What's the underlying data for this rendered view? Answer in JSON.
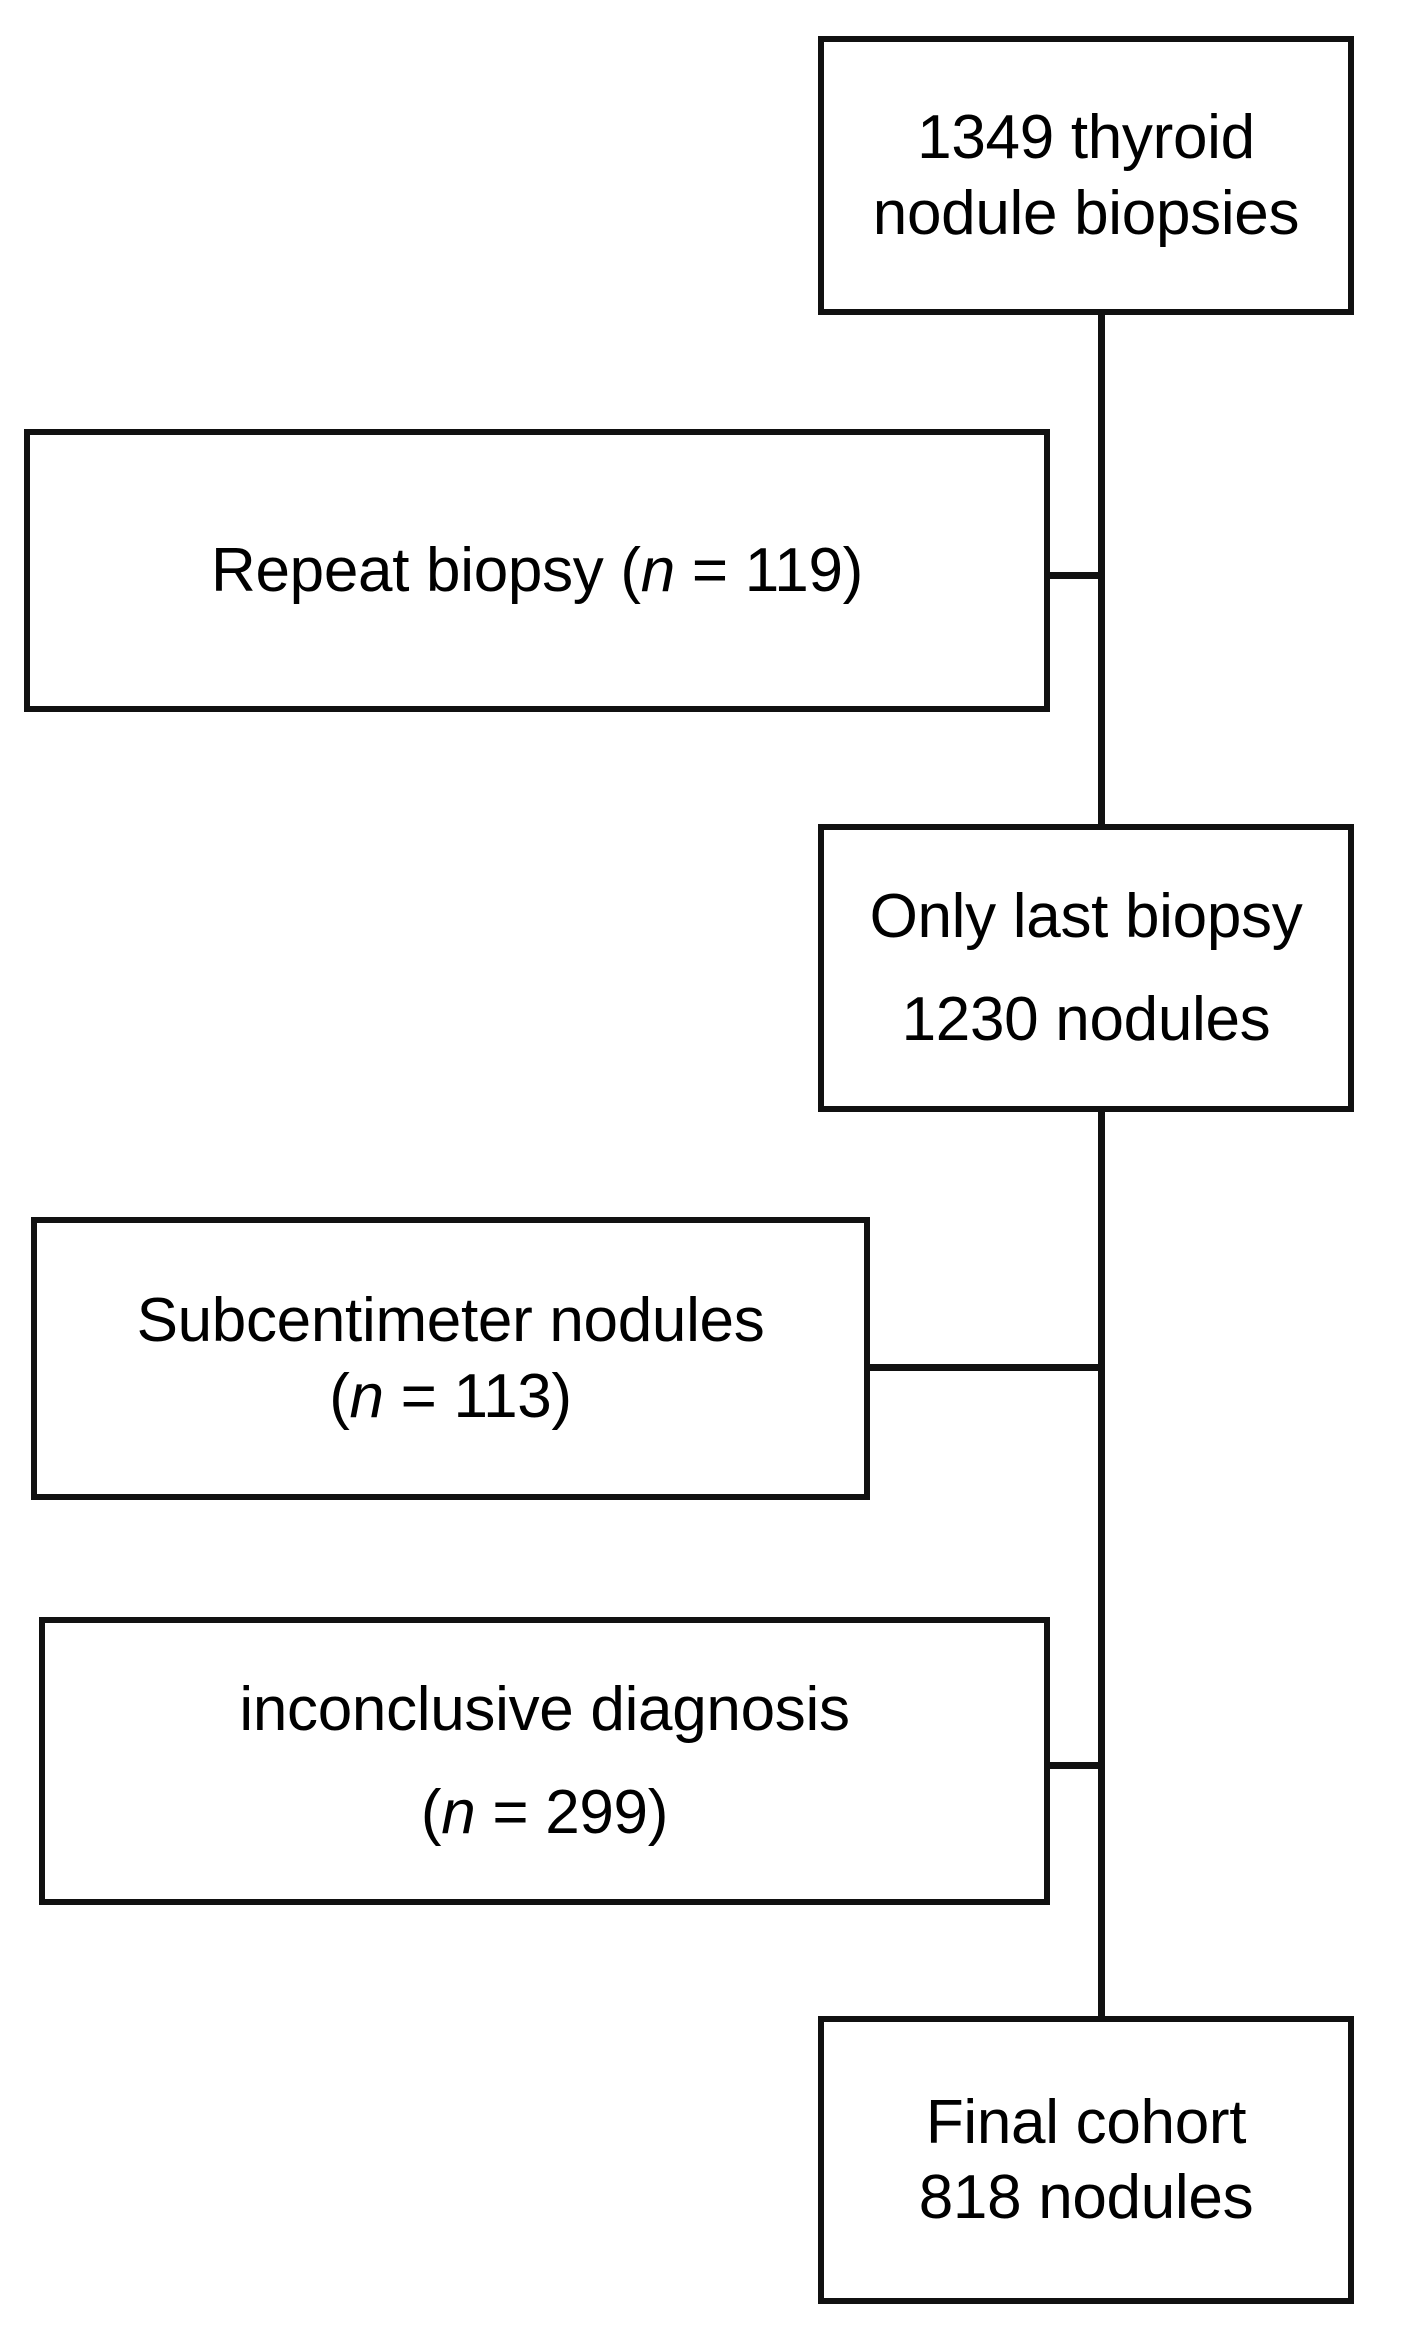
{
  "diagram": {
    "type": "study-flow-diagram",
    "background_color": "#ffffff",
    "line_color": "#111111",
    "boxes": [
      {
        "id": "source",
        "name": "source-cohort-box",
        "line1": "1349 thyroid",
        "line2": "nodule biopsies",
        "count": 1349,
        "unit": "thyroid nodule biopsies"
      },
      {
        "id": "repeat",
        "name": "excluded-repeat-biopsy-box",
        "label_prefix": "Repeat biopsy (",
        "label_italic": "n",
        "label_suffix": " = 119)",
        "count": 119
      },
      {
        "id": "last-biopsy",
        "name": "only-last-biopsy-box",
        "line1": "Only last biopsy",
        "line2": "1230 nodules",
        "count": 1230,
        "unit": "nodules"
      },
      {
        "id": "subcentimeter",
        "name": "excluded-subcentimeter-box",
        "line1": "Subcentimeter nodules",
        "label_open": "(",
        "label_italic": "n",
        "label_suffix": " = 113)",
        "count": 113
      },
      {
        "id": "inconclusive",
        "name": "excluded-inconclusive-box",
        "line1": "inconclusive diagnosis",
        "label_open": "(",
        "label_italic": "n",
        "label_suffix": " = 299)",
        "count": 299
      },
      {
        "id": "final",
        "name": "final-cohort-box",
        "line1": "Final cohort",
        "line2": "818 nodules",
        "count": 818,
        "unit": "nodules"
      }
    ]
  }
}
